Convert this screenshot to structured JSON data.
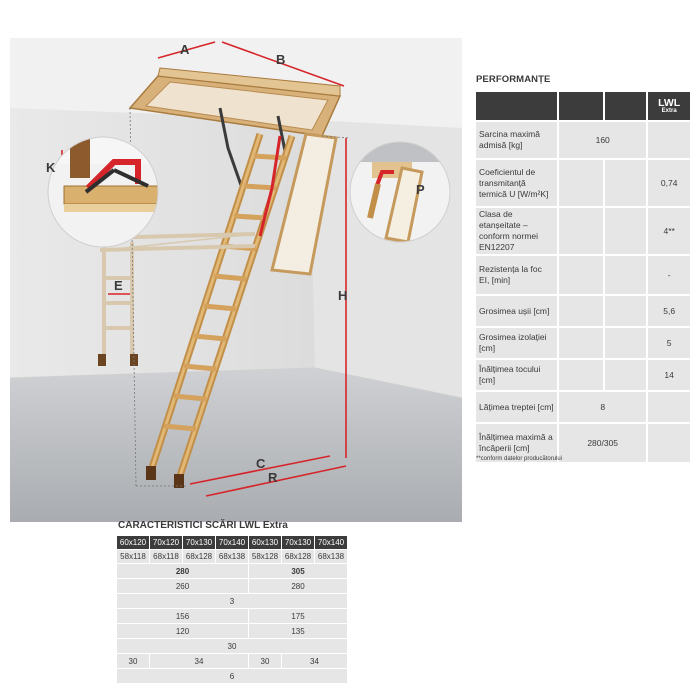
{
  "illustration": {
    "labels": {
      "a": "A",
      "b": "B",
      "k": "K",
      "p": "P",
      "e": "E",
      "h": "H",
      "c": "C",
      "r": "R"
    },
    "colors": {
      "wall": "#e8e8e8",
      "floor": "#b9bcc0",
      "wood": "#d6a864",
      "accent": "#d6252a"
    }
  },
  "performance": {
    "title": "PERFORMANȚE",
    "head": {
      "col3_main": "LWL",
      "col3_sub": "Extra"
    },
    "rows": [
      {
        "label": "Sarcina maximă admisă [kg]",
        "span": "160"
      },
      {
        "label": "Coeficientul de transmitanță termică U [W/m²K]",
        "c3": "0,74"
      },
      {
        "label": "Clasa de etanșeitate – conform normei EN12207",
        "c3": "4**"
      },
      {
        "label": "Rezistența la foc EI, [min]",
        "c3": "-"
      },
      {
        "label": "Grosimea ușii [cm]",
        "c3": "5,6"
      },
      {
        "label": "Grosimea izolației [cm]",
        "c3": "5"
      },
      {
        "label": "Înălțimea tocului [cm]",
        "c3": "14"
      },
      {
        "label": "Lățimea treptei [cm]",
        "span": "8"
      },
      {
        "label": "Înălțimea maximă a încăperii [cm]",
        "span": "280/305"
      }
    ],
    "note": "**conform datelor producătorului"
  },
  "characteristics": {
    "title": "CARACTERISTICI SCĂRI LWL Extra",
    "sizes": [
      "60x120",
      "70x120",
      "70x130",
      "70x140",
      "60x130",
      "70x130",
      "70x140"
    ],
    "inner": [
      "58x118",
      "68x118",
      "68x128",
      "68x138",
      "58x128",
      "68x128",
      "68x138"
    ],
    "heights": {
      "left": "280",
      "right": "305"
    },
    "row_a": {
      "left": "260",
      "right": "280"
    },
    "row_b": "3",
    "row_c": {
      "left": "156",
      "right": "175"
    },
    "row_d": {
      "left": "120",
      "right": "135"
    },
    "row_e": "30",
    "row_f": {
      "a": "30",
      "b": "34",
      "c": "30",
      "d": "34"
    },
    "row_g": "6"
  }
}
